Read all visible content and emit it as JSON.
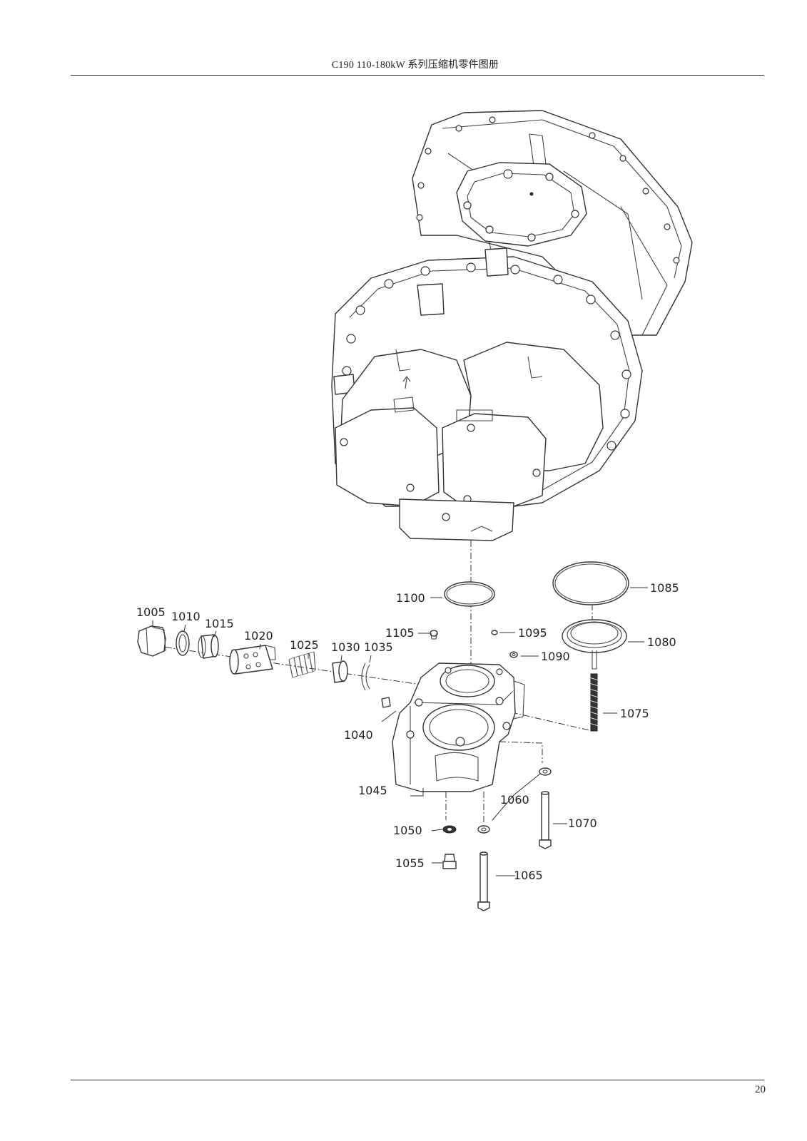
{
  "header": {
    "title": "C190 110-180kW  系列压缩机零件图册"
  },
  "footer": {
    "page_number": "20"
  },
  "diagram": {
    "part_labels": [
      "1005",
      "1010",
      "1015",
      "1020",
      "1025",
      "1030",
      "1035",
      "1040",
      "1045",
      "1050",
      "1055",
      "1060",
      "1065",
      "1070",
      "1075",
      "1080",
      "1085",
      "1090",
      "1095",
      "1100",
      "1105"
    ]
  }
}
